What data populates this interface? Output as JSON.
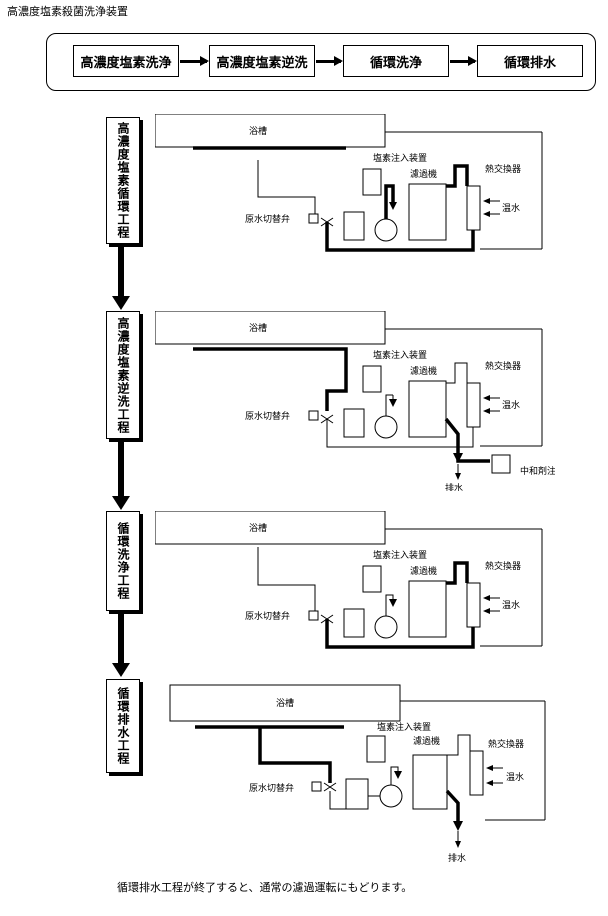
{
  "title": "高濃度塩素殺菌洗浄装置",
  "overview_steps": [
    "高濃度塩素洗浄",
    "高濃度塩素逆洗",
    "循環洗浄",
    "循環排水"
  ],
  "processes": [
    "高濃度塩素循環工程",
    "高濃度塩素逆洗工程",
    "循環洗浄工程",
    "循環排水工程"
  ],
  "labels": {
    "bath": "浴槽",
    "chlorine_injector": "塩素注入装置",
    "filter": "濾過機",
    "heat_exchanger": "熱交換器",
    "hot_water": "温水",
    "raw_water_valve": "原水切替弁",
    "drain": "排水",
    "neutralizer_injector": "中和剤注入装置"
  },
  "footer": "循環排水工程が終了すると、通常の濾過運転にもどります。"
}
